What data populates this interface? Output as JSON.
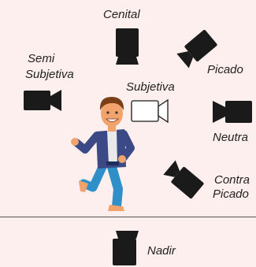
{
  "labels": {
    "cenital": "Cenital",
    "semi_line1": "Semi",
    "semi_line2": "Subjetiva",
    "subjetiva": "Subjetiva",
    "picado": "Picado",
    "neutra": "Neutra",
    "contra_line1": "Contra",
    "contra_line2": "Picado",
    "nadir": "Nadir"
  },
  "colors": {
    "background": "#fcefed",
    "camera": "#1a1a1a",
    "jacket": "#3b4a86",
    "pants": "#2f8fc9",
    "shirt": "#e9e9e9",
    "skin": "#f2a36b",
    "hair": "#7b3f17"
  },
  "icons": [
    "camera-icon",
    "camera-outline-icon",
    "running-man-figure"
  ]
}
